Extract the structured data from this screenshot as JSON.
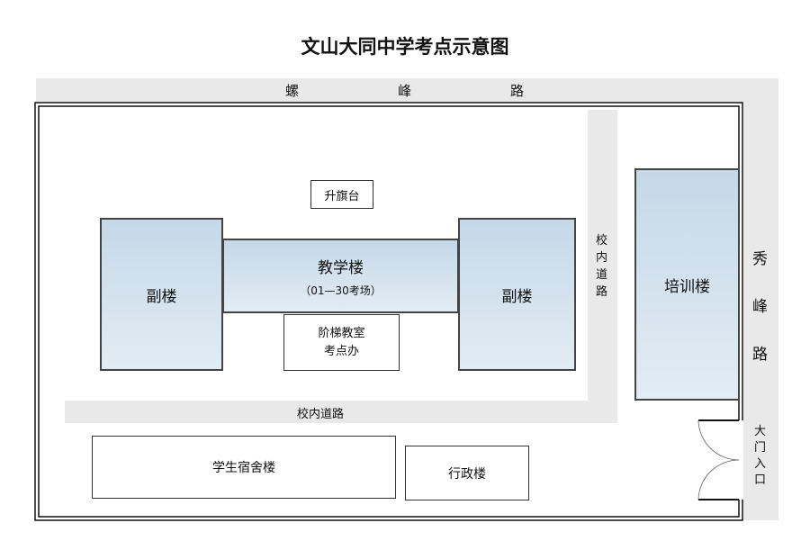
{
  "title": "文山大同中学考点示意图",
  "roads": {
    "top": [
      "螺",
      "峰",
      "路"
    ],
    "right": [
      "秀",
      "峰",
      "路"
    ],
    "inner_vertical": [
      "校",
      "内",
      "道",
      "路"
    ],
    "inner_horizontal": "校内道路"
  },
  "gate": [
    "大",
    "门",
    "入",
    "口"
  ],
  "buildings": {
    "flag": "升旗台",
    "left_annex": "副楼",
    "right_annex": "副楼",
    "teaching": "教学楼",
    "teaching_sub": "（01—30考场）",
    "lecture": "阶梯教室",
    "office": "考点办",
    "training": "培训楼",
    "dorm": "学生宿舍楼",
    "admin": "行政楼"
  }
}
